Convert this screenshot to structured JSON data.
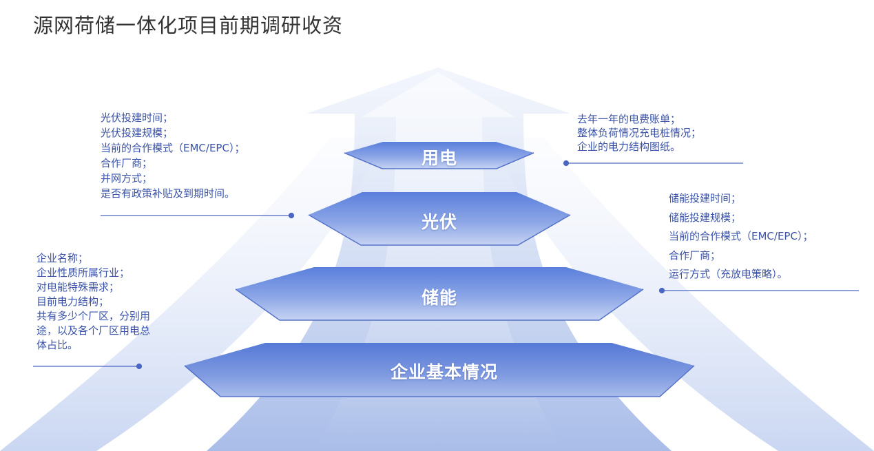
{
  "title": "源网荷储一体化项目前期调研收资",
  "tiers": [
    {
      "label": "用电"
    },
    {
      "label": "光伏"
    },
    {
      "label": "储能"
    },
    {
      "label": "企业基本情况"
    }
  ],
  "notes": {
    "top_left": [
      "光伏投建时间；",
      "光伏投建规模；",
      "当前的合作模式（EMC/EPC）；",
      "合作厂商；",
      "并网方式；",
      "是否有政策补贴及到期时间。"
    ],
    "top_right": [
      "去年一年的电费账单；",
      "整体负荷情况充电桩情况；",
      "企业的电力结构图纸。"
    ],
    "mid_left": [
      "企业名称；",
      "企业性质所属行业；",
      "对电能特殊需求；",
      "目前电力结构；",
      "共有多少个厂区，分别用",
      "途，以及各个厂区用电总",
      "体占比。"
    ],
    "mid_right": [
      "储能投建时间；",
      "储能投建规模；",
      "当前的合作模式（EMC/EPC）；",
      "合作厂商；",
      "运行方式（充放电策略）。"
    ]
  },
  "colors": {
    "title": "#333333",
    "note_text": "#3a52a8",
    "connector": "#4a66c4",
    "tier_fill": "#5b7fd8",
    "arrow_light": "#dfe7f7"
  }
}
